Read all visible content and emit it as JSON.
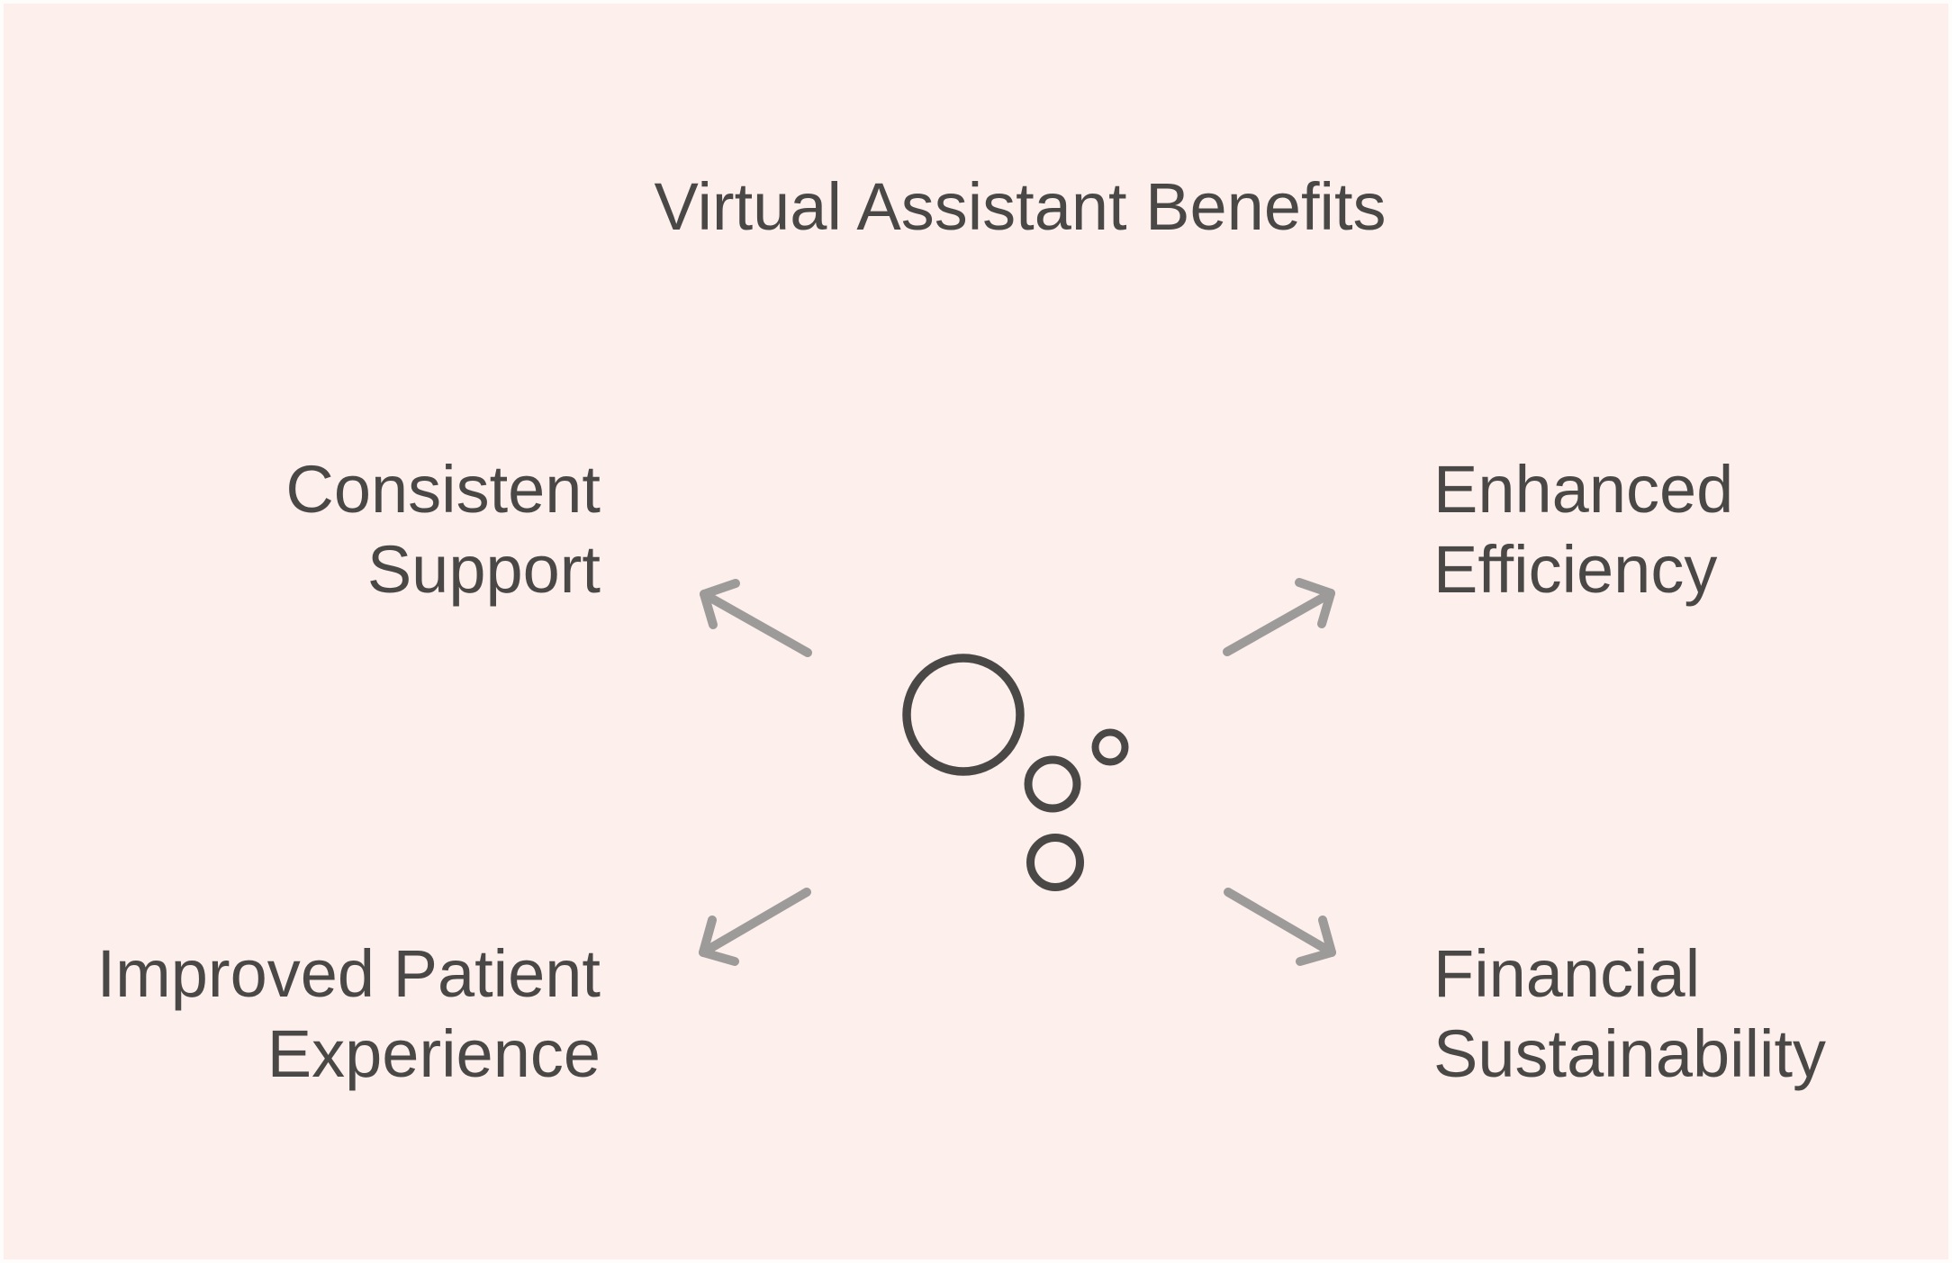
{
  "title": "Virtual Assistant Benefits",
  "benefits": {
    "top_left": {
      "line1": "Consistent",
      "line2": "Support"
    },
    "top_right": {
      "line1": "Enhanced",
      "line2": "Efficiency"
    },
    "bottom_left": {
      "line1": "Improved Patient",
      "line2": "Experience"
    },
    "bottom_right": {
      "line1": "Financial",
      "line2": "Sustainability"
    }
  },
  "icon": "bubbles-icon",
  "colors": {
    "background": "#FCEFEC",
    "text": "#4A4846",
    "arrow": "#9D9B9A",
    "icon_stroke": "#4A4846"
  }
}
